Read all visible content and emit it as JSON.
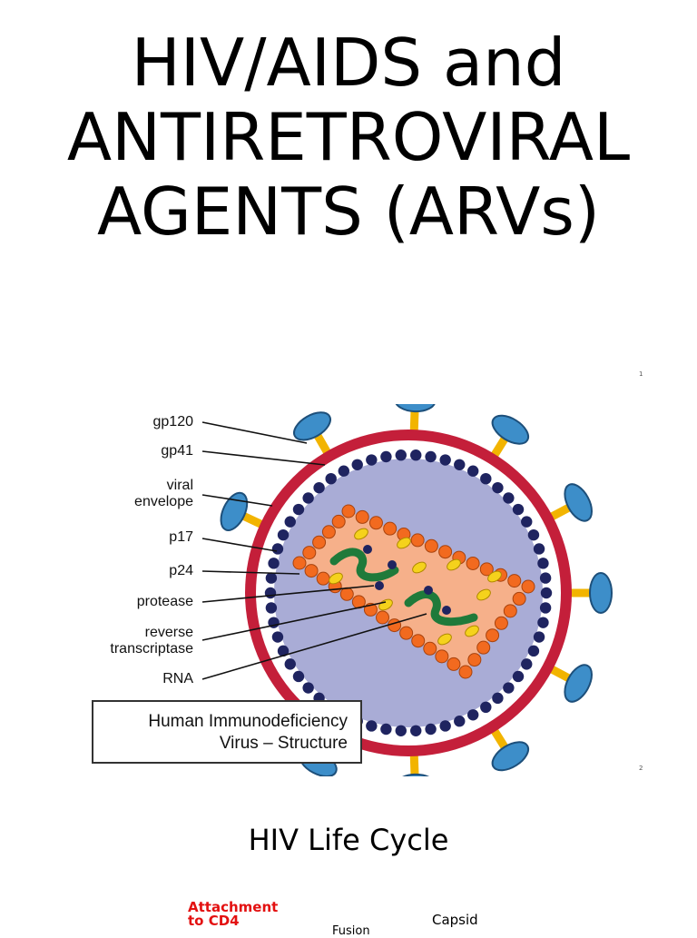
{
  "slide1": {
    "title_lines": [
      "HIV/AIDS and",
      "ANTIRETROVIRAL",
      "AGENTS (ARVs)"
    ],
    "page_number": "1"
  },
  "slide2": {
    "page_number": "2",
    "labels": {
      "gp120": "gp120",
      "gp41": "gp41",
      "viral_envelope_1": "viral",
      "viral_envelope_2": "envelope",
      "p17": "p17",
      "p24": "p24",
      "protease": "protease",
      "reverse_transcriptase_1": "reverse",
      "reverse_transcriptase_2": "transcriptase",
      "rna": "RNA"
    },
    "caption_lines": [
      "Human Immunodeficiency",
      "Virus – Structure"
    ],
    "colors": {
      "envelope": "#c41f3a",
      "matrix_bead": "#1f2460",
      "interior": "#a9acd6",
      "capsid": "#f6b08a",
      "capsid_bead": "#f26a1f",
      "knob": "#3d8ec9",
      "stalk": "#f2b400",
      "rna": "#1f7a3a",
      "enzyme": "#f5d21c"
    }
  },
  "slide3": {
    "title": "HIV Life Cycle",
    "steps": {
      "attachment": "Attachment\nto CD4",
      "fusion": "Fusion",
      "capsid": "Capsid"
    },
    "attachment_color": "#e31010"
  }
}
